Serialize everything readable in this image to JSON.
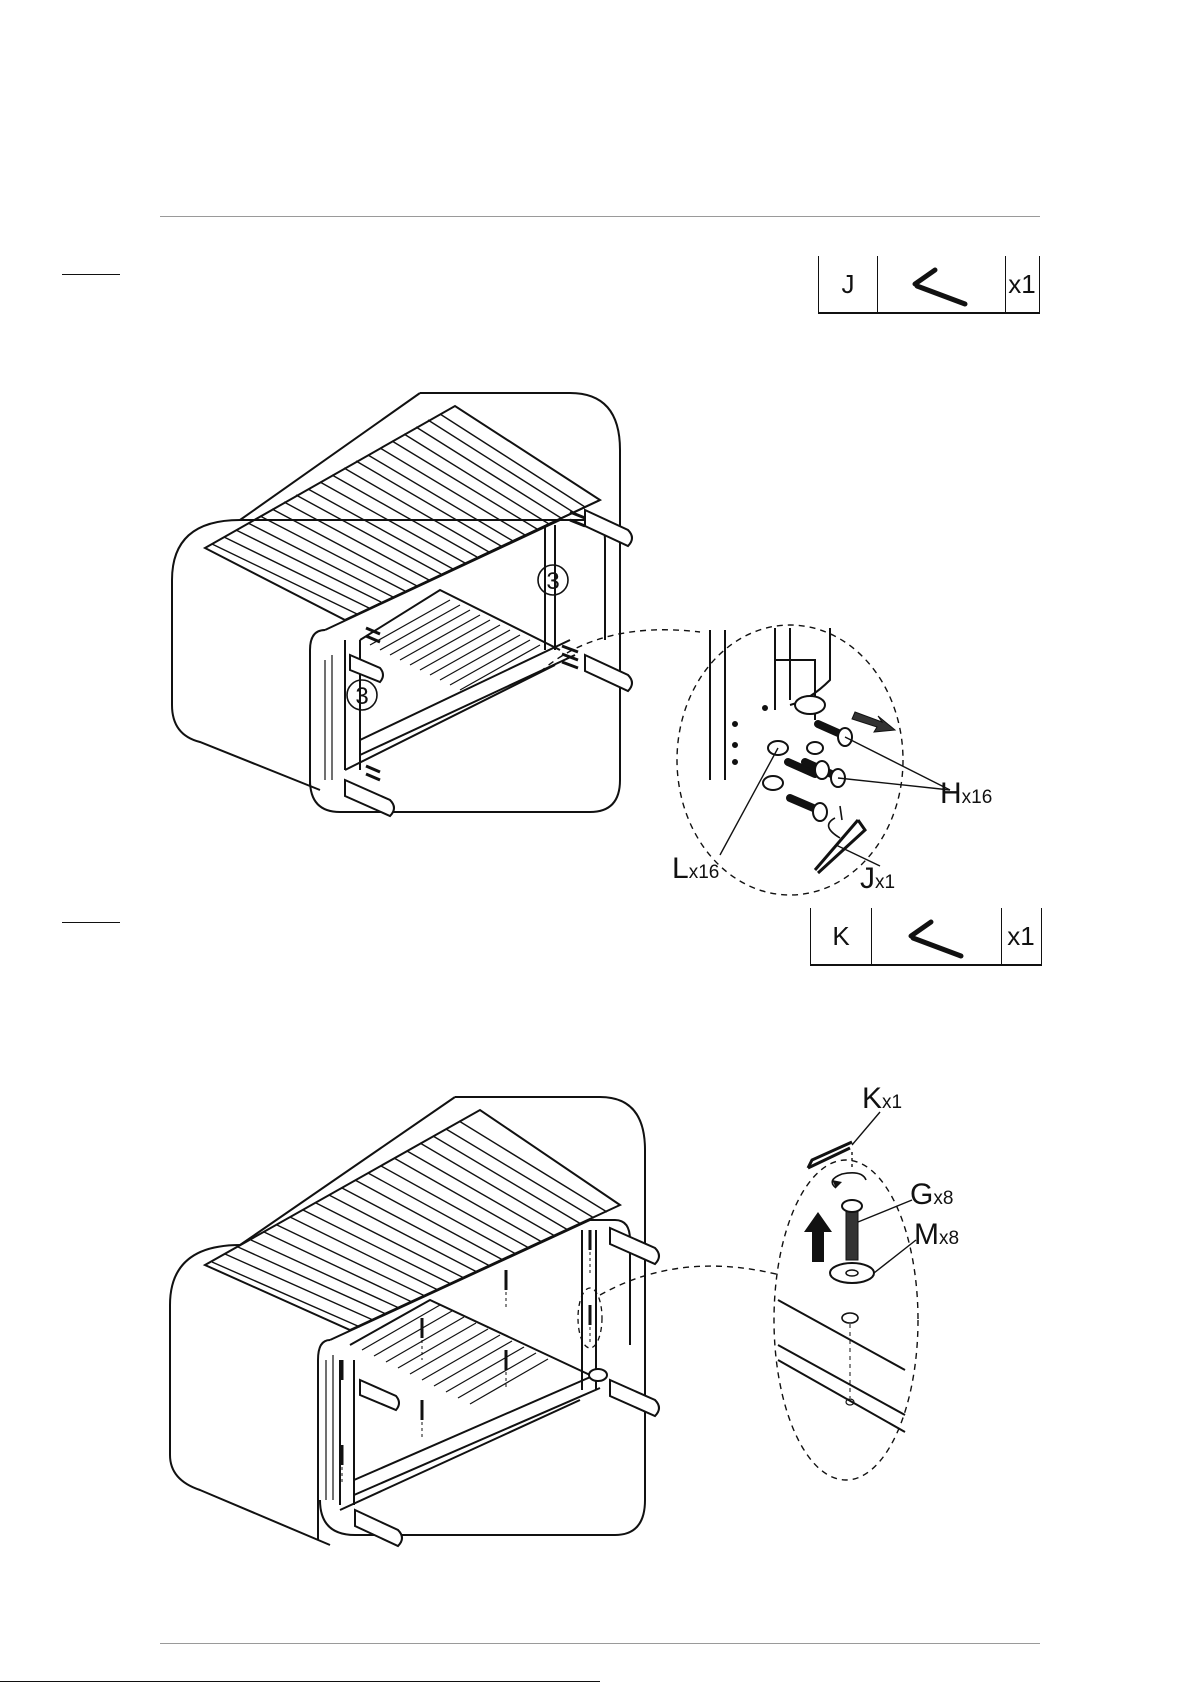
{
  "step1": {
    "tool": {
      "code": "J",
      "icon": "hex-key-icon",
      "qty": "x1"
    },
    "panel_labels": [
      "3",
      "3"
    ],
    "parts": [
      {
        "letter": "H",
        "qty": "x16"
      },
      {
        "letter": "L",
        "qty": "x16"
      },
      {
        "letter": "J",
        "qty": "x1"
      }
    ]
  },
  "step2": {
    "tool": {
      "code": "K",
      "icon": "hex-key-icon",
      "qty": "x1"
    },
    "parts": [
      {
        "letter": "K",
        "qty": "x1"
      },
      {
        "letter": "G",
        "qty": "x8"
      },
      {
        "letter": "M",
        "qty": "x8"
      }
    ]
  },
  "colors": {
    "line": "#111111",
    "rule": "#9a9a9a",
    "panel": "#ffffff"
  }
}
